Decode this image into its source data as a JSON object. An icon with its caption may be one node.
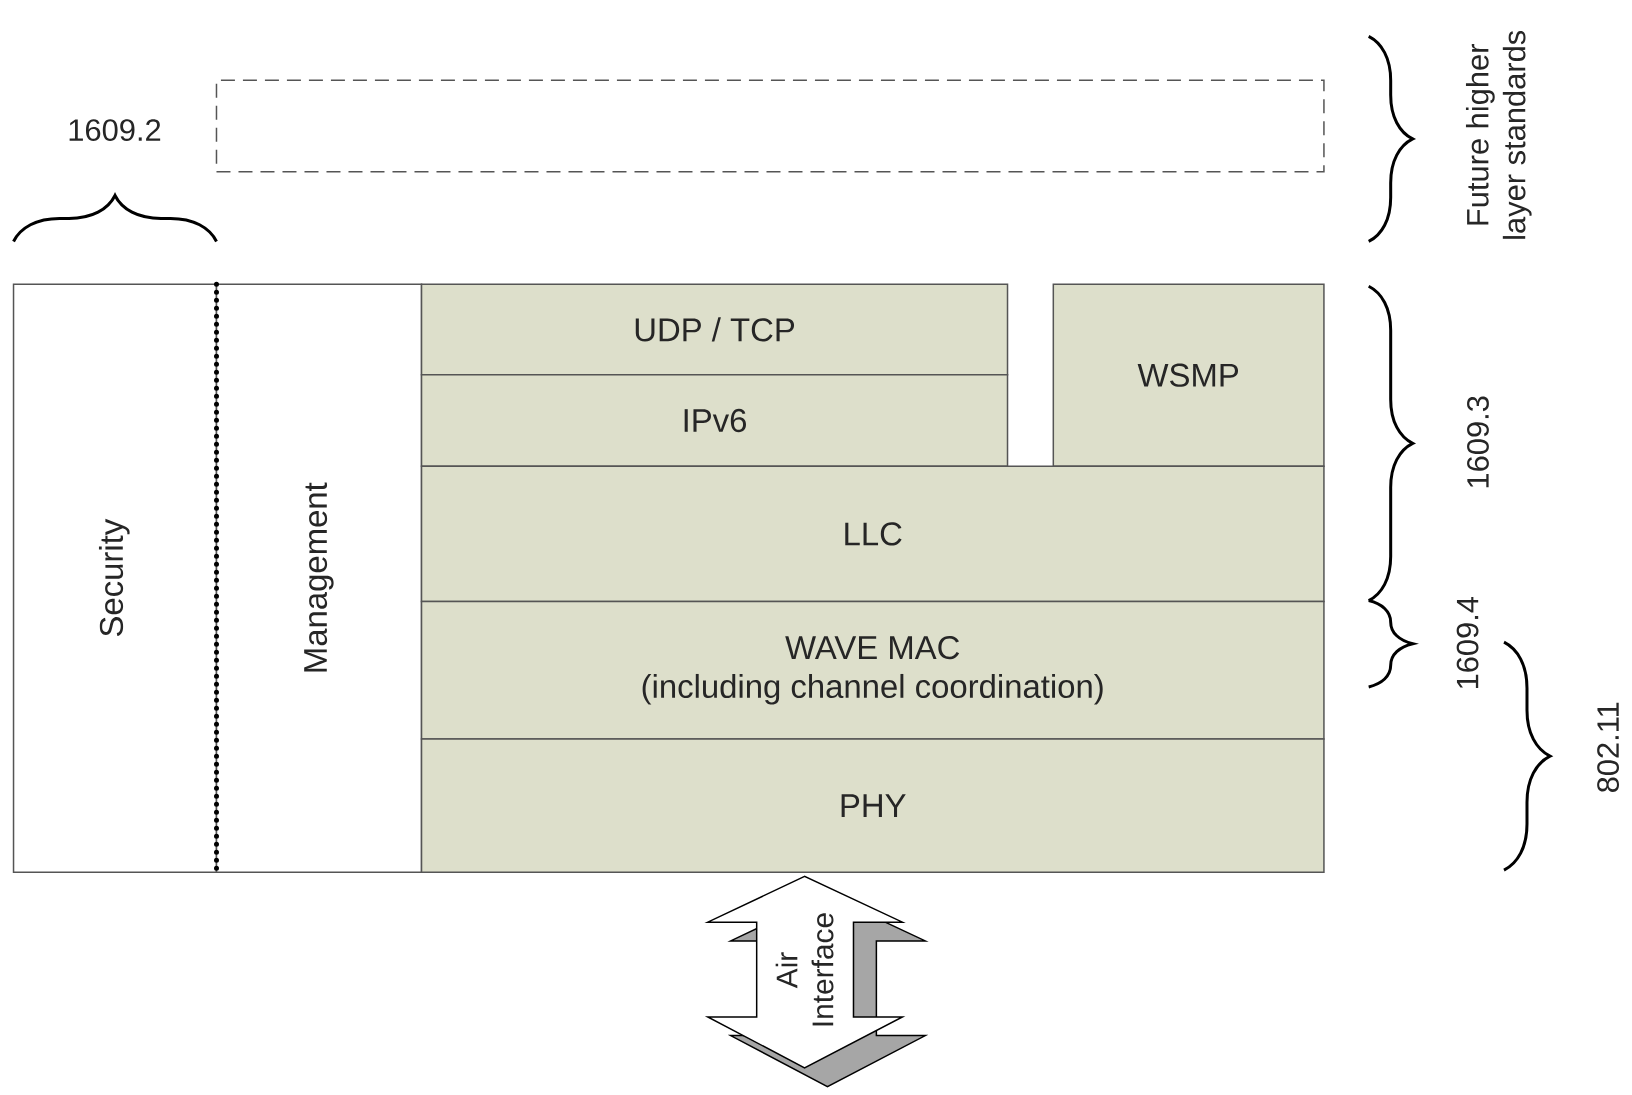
{
  "diagram": {
    "nodes": [
      {
        "text": [
          "Security"
        ]
      },
      {
        "text": [
          "Management"
        ]
      },
      {
        "text": [
          "UDP / TCP"
        ]
      },
      {
        "text": [
          "IPv6"
        ]
      },
      {
        "text": [
          "WSMP"
        ]
      },
      {
        "text": [
          "LLC"
        ]
      },
      {
        "text": [
          "WAVE MAC",
          "(including channel coordination)"
        ]
      },
      {
        "text": [
          "PHY"
        ]
      },
      {
        "text": [],
        "shape": "box"
      },
      {
        "text": [
          "Air Interface"
        ]
      }
    ],
    "labels": [
      "1609.2",
      "Future higher layer standards",
      "1609.3",
      "1609.4",
      "802.11"
    ]
  }
}
